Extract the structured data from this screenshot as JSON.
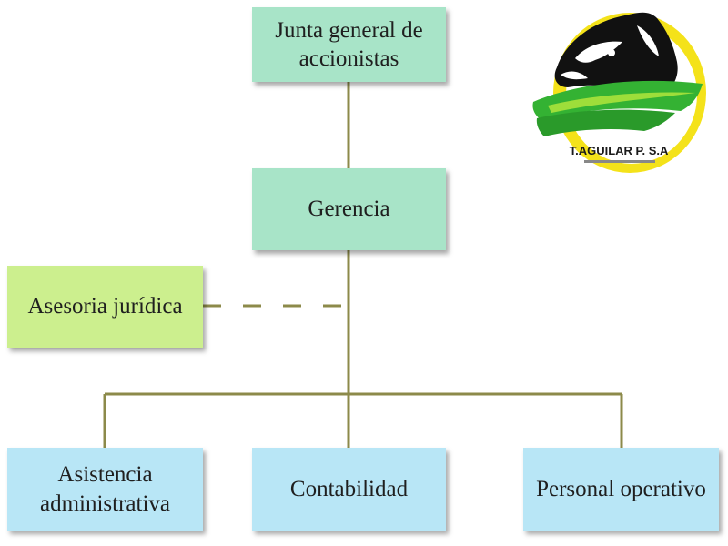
{
  "diagram": {
    "nodes": {
      "junta": "Junta general de accionistas",
      "gerencia": "Gerencia",
      "asesoria": "Asesoria jurídica",
      "asistencia": "Asistencia administrativa",
      "contabilidad": "Contabilidad",
      "personal": "Personal operativo"
    },
    "colors": {
      "top_level": "#a8e4c8",
      "advisory": "#ccef8e",
      "departments": "#b8e6f6",
      "connector": "#8c8a4a"
    }
  },
  "logo": {
    "name": "T.AGUILAR P. S.A",
    "icon": "horse-head-logo"
  }
}
